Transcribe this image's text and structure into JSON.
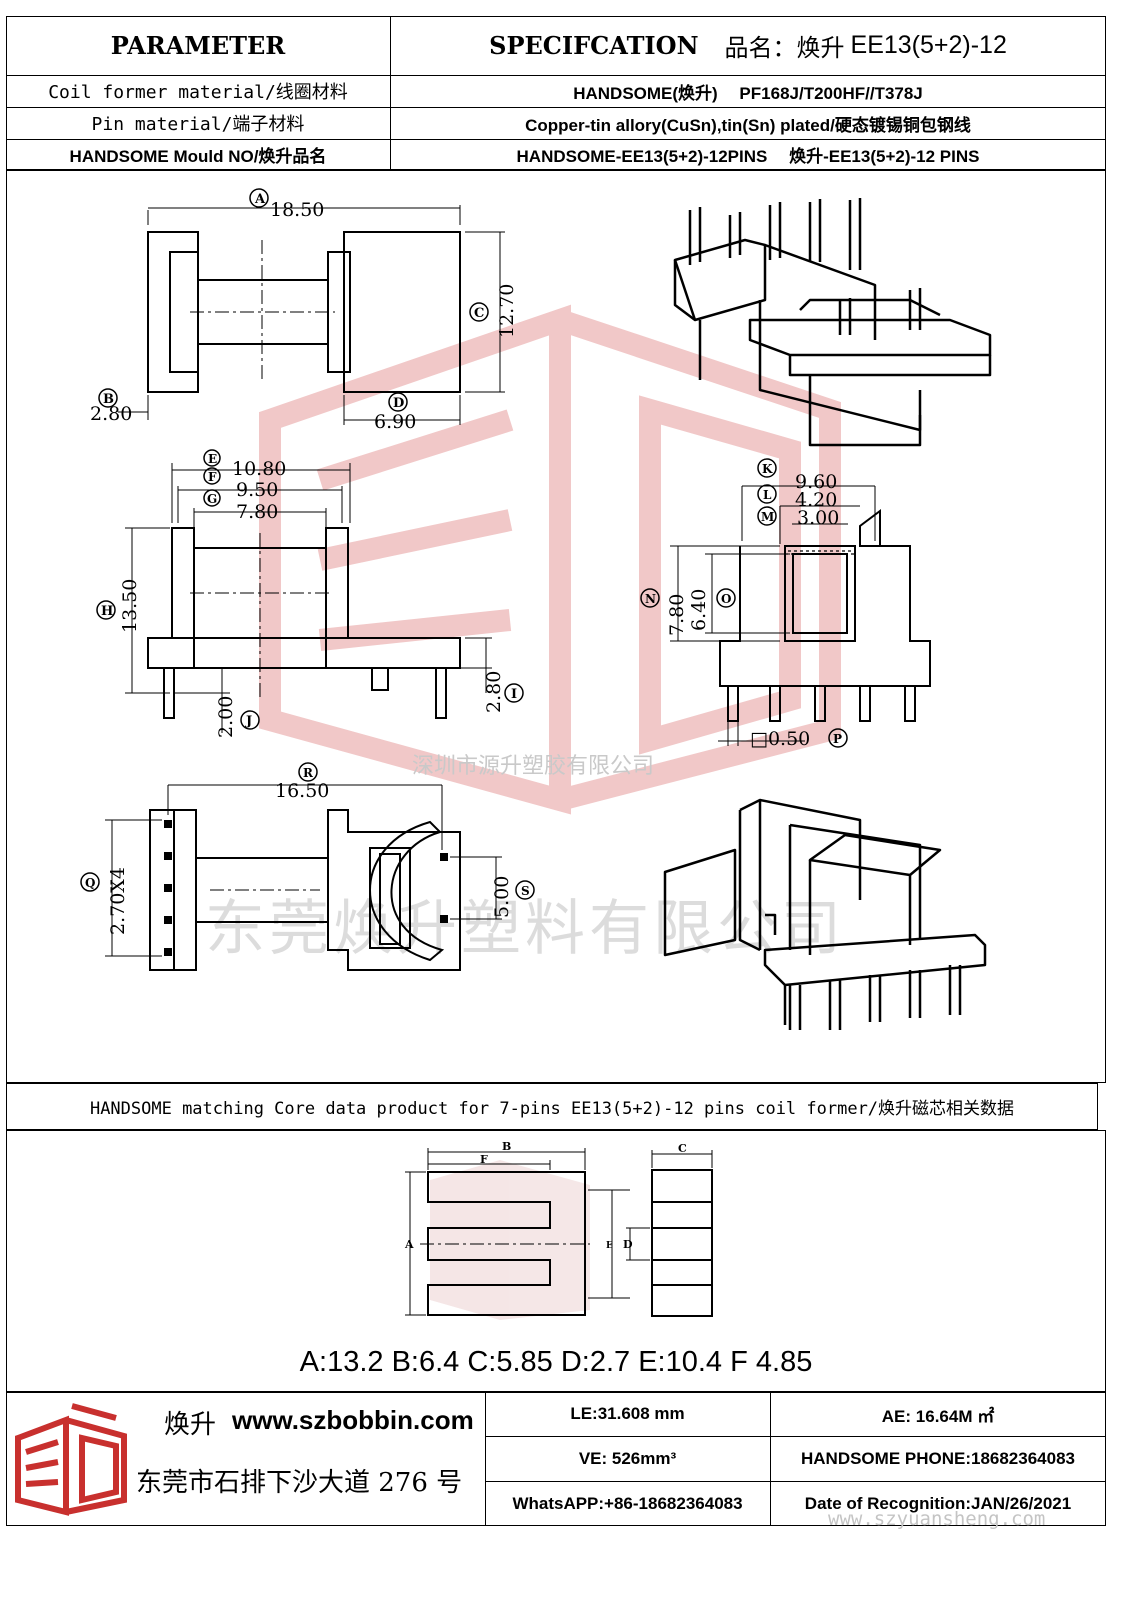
{
  "header": {
    "parameter": "PARAMETER",
    "specification": "SPECIFCATION",
    "product_name_label": "品名：焕升",
    "product_model": "EE13(5+2)-12"
  },
  "rows": [
    {
      "label": "Coil former material/线圈材料",
      "value": "HANDSOME(焕升)　 PF168J/T200HF//T378J"
    },
    {
      "label": "Pin material/端子材料",
      "value": "Copper-tin allory(CuSn),tin(Sn) plated/硬态镀锡铜包钢线"
    },
    {
      "label": "HANDSOME Mould NO/焕升品名",
      "value": "HANDSOME-EE13(5+2)-12PINS　 焕升-EE13(5+2)-12 PINS"
    }
  ],
  "dimensions": {
    "A": "18.50",
    "B": "2.80",
    "C": "12.70",
    "D": "6.90",
    "E": "10.80",
    "F": "9.50",
    "G": "7.80",
    "H": "13.50",
    "I": "2.80",
    "J": "2.00",
    "K": "9.60",
    "L": "4.20",
    "M": "3.00",
    "N": "7.80",
    "O": "6.40",
    "P": "□0.50",
    "Q": "2.70X4",
    "R": "16.50",
    "S": "5.00"
  },
  "watermarks": {
    "company_sz": "深圳市源升塑胶有限公司",
    "company_dg": "东莞焕升塑料有限公司",
    "website": "www.szyuansheng.com"
  },
  "core_section": {
    "title": "HANDSOME matching Core data  product for 7-pins EE13(5+2)-12 pins coil former/焕升磁芯相关数据",
    "labels": {
      "A": "A",
      "B": "B",
      "C": "C",
      "D": "D",
      "E": "E",
      "F": "F"
    },
    "values_line": "A:13.2 B:6.4 C:5.85 D:2.7 E:10.4 F 4.85"
  },
  "footer": {
    "brand_name": "焕升",
    "website": "www.szbobbin.com",
    "address": "东莞市石排下沙大道 276 号",
    "le": "LE:31.608 mm",
    "ae": "AE: 16.64M ㎡",
    "ve": "VE: 526mm³",
    "phone": "HANDSOME PHONE:18682364083",
    "whatsapp": "WhatsAPP:+86-18682364083",
    "date": "Date of Recognition:JAN/26/2021"
  },
  "colors": {
    "line": "#000000",
    "watermark": "#e8b0b0",
    "logo_red": "#c8302e"
  }
}
